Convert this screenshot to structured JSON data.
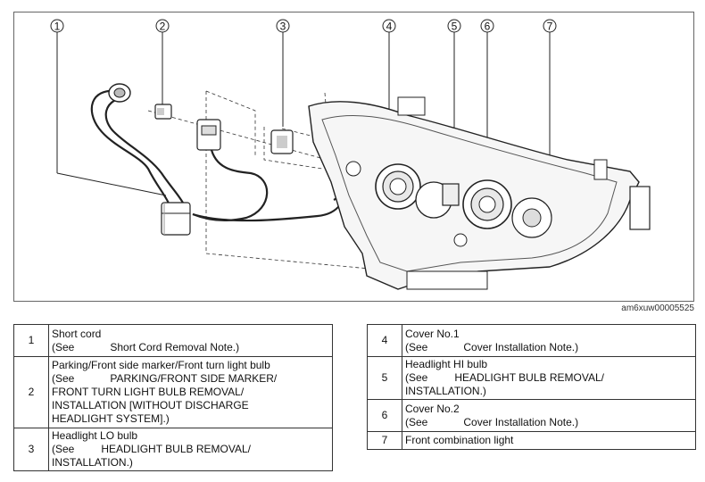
{
  "figure_id": "am6xuw00005525",
  "callouts": [
    "1",
    "2",
    "3",
    "4",
    "5",
    "6",
    "7"
  ],
  "legend_left": [
    {
      "num": "1",
      "title": "Short cord",
      "lines": [
        "(See            Short Cord Removal Note.)"
      ]
    },
    {
      "num": "2",
      "title": "Parking/Front side marker/Front turn light bulb",
      "lines": [
        "(See            PARKING/FRONT SIDE MARKER/",
        "FRONT TURN LIGHT BULB REMOVAL/",
        "INSTALLATION [WITHOUT DISCHARGE",
        "HEADLIGHT SYSTEM].)"
      ]
    },
    {
      "num": "3",
      "title": "Headlight LO bulb",
      "lines": [
        "(See         HEADLIGHT BULB REMOVAL/",
        "INSTALLATION.)"
      ]
    }
  ],
  "legend_right": [
    {
      "num": "4",
      "title": "Cover No.1",
      "lines": [
        "(See            Cover Installation Note.)"
      ]
    },
    {
      "num": "5",
      "title": "Headlight HI bulb",
      "lines": [
        "(See         HEADLIGHT BULB REMOVAL/",
        "INSTALLATION.)"
      ]
    },
    {
      "num": "6",
      "title": "Cover No.2",
      "lines": [
        "(See            Cover Installation Note.)"
      ]
    },
    {
      "num": "7",
      "title": "Front combination light",
      "lines": []
    }
  ]
}
